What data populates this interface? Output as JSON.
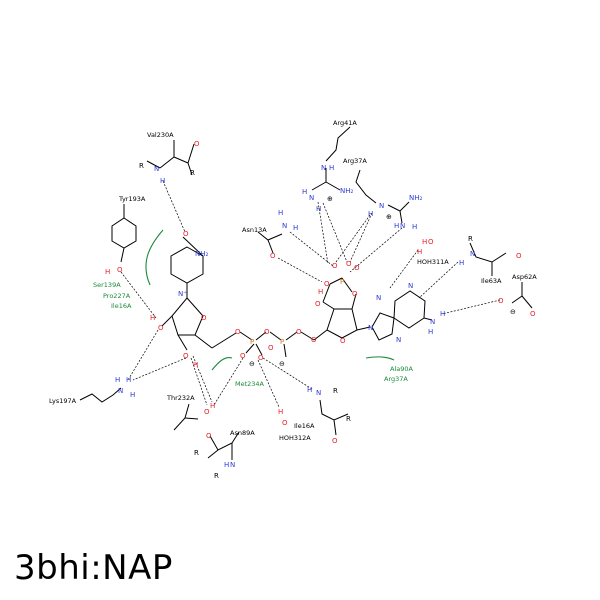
{
  "caption": "3bhi:NAP",
  "colors": {
    "carbon": "#000000",
    "oxygen": "#e8202a",
    "nitrogen": "#2b3bd6",
    "phosphorus": "#d4781e",
    "hydrophobic": "#1a8a3a"
  },
  "residues": {
    "val230": "Val230A",
    "tyr193": "Tyr193A",
    "ser139": "Ser139A",
    "pro227": "Pro227A",
    "ile16a": "Ile16A",
    "lys197": "Lys197A",
    "thr232": "Thr232A",
    "met234": "Met234A",
    "asn89": "Asn89A",
    "asn13": "Asn13A",
    "arg41": "Arg41A",
    "arg37": "Arg37A",
    "hoh311": "HOH311A",
    "ile63": "Ile63A",
    "asp62": "Asp62A",
    "ala90": "Ala90A",
    "arg37b": "Arg37A",
    "ile16b": "Ile16A",
    "hoh312": "HOH312A"
  },
  "atoms": {
    "O": "O",
    "N": "N",
    "H": "H",
    "P": "P",
    "R": "R",
    "NH2": "NH₂",
    "Nplus": "N⁺",
    "minus": "⊖",
    "plus": "⊕"
  }
}
